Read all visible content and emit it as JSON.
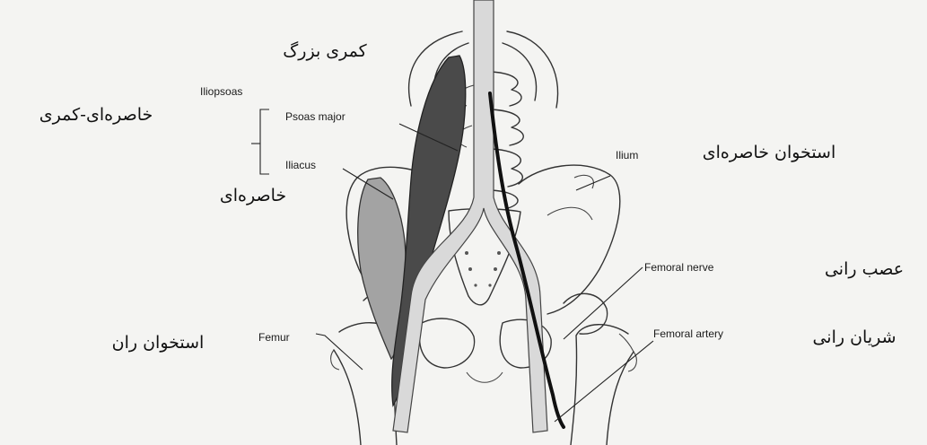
{
  "labels": {
    "iliopsoas": "Iliopsoas",
    "psoas_major": "Psoas major",
    "iliacus": "Iliacus",
    "ilium": "Ilium",
    "femoral_nerve": "Femoral nerve",
    "femoral_artery": "Femoral artery",
    "femur": "Femur"
  },
  "persian": {
    "psoas_major": "کمری بزرگ",
    "iliopsoas": "خاصره‌ای-کمری",
    "iliacus": "خاصره‌ای",
    "ilium": "استخوان خاصره‌ای",
    "femoral_nerve": "عصب رانی",
    "femoral_artery": "شریان رانی",
    "femur": "استخوان ران"
  },
  "colors": {
    "psoas_major": "#4a4a4a",
    "iliacus": "#a3a3a3",
    "vessel_band": "#d9d9d9",
    "femoral_nerve": "#111111"
  }
}
